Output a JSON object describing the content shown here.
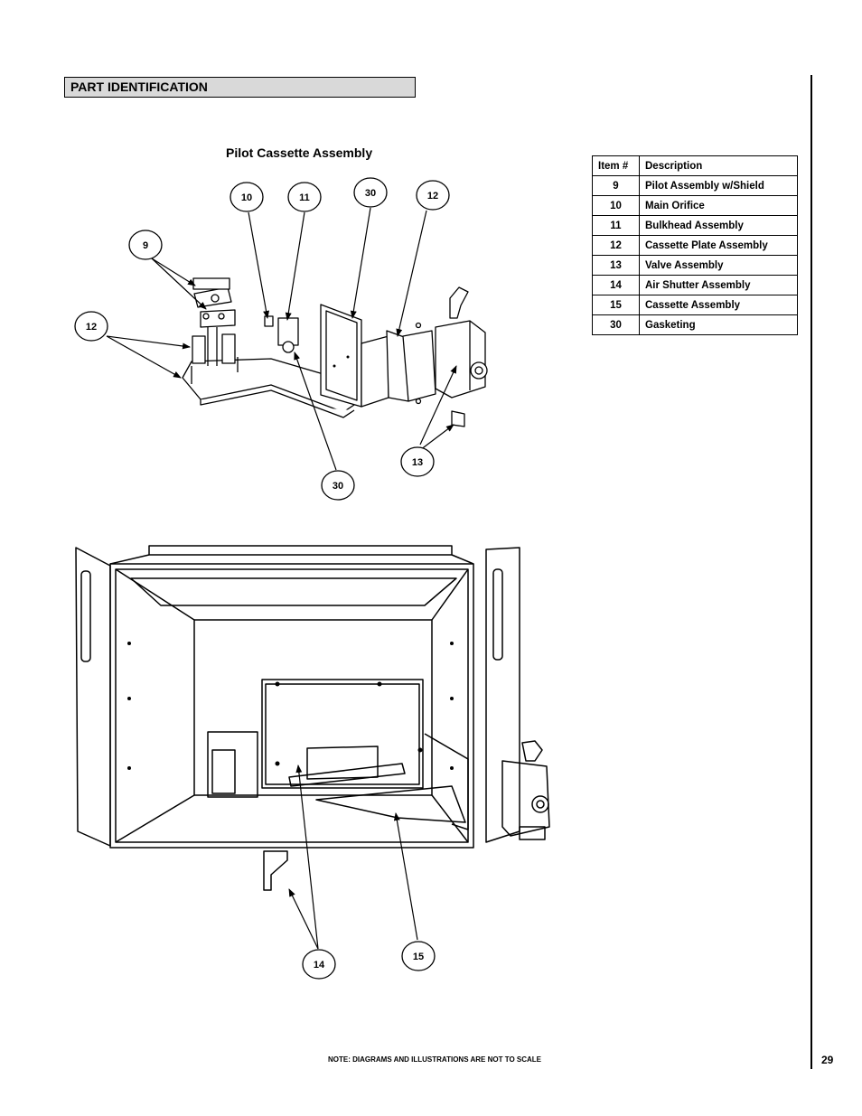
{
  "header": {
    "title": "PART IDENTIFICATION"
  },
  "figure": {
    "title": "Pilot Cassette Assembly"
  },
  "parts_table": {
    "headers": [
      "Item #",
      "Description"
    ],
    "rows": [
      [
        "9",
        "Pilot Assembly w/Shield"
      ],
      [
        "10",
        "Main Orifice"
      ],
      [
        "11",
        "Bulkhead Assembly"
      ],
      [
        "12",
        "Cassette Plate Assembly"
      ],
      [
        "13",
        "Valve Assembly"
      ],
      [
        "14",
        "Air Shutter Assembly"
      ],
      [
        "15",
        "Cassette  Assembly"
      ],
      [
        "30",
        "Gasketing"
      ]
    ]
  },
  "callouts": {
    "c9": "9",
    "c10": "10",
    "c11": "11",
    "c30_top": "30",
    "c12_top": "12",
    "c12_left": "12",
    "c13": "13",
    "c30_bottom": "30",
    "c14": "14",
    "c15": "15"
  },
  "footer": {
    "note": "NOTE: DIAGRAMS AND ILLUSTRATIONS ARE NOT TO SCALE",
    "page_number": "29"
  }
}
